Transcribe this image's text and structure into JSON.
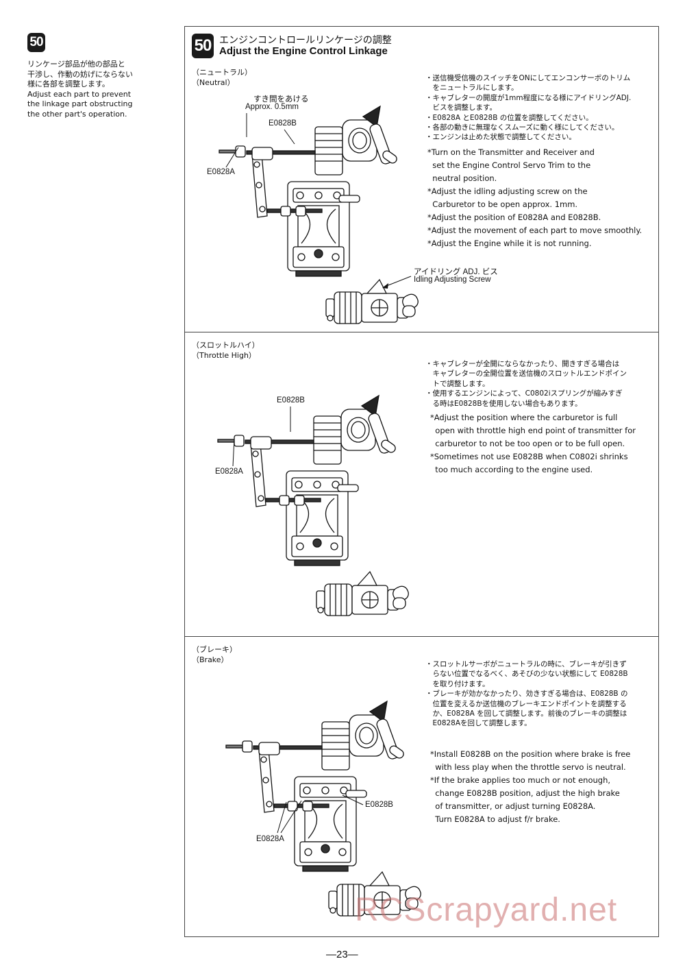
{
  "step": {
    "number": "50",
    "title_jp": "エンジンコントロールリンケージの調整",
    "title_en": "Adjust the Engine Control Linkage"
  },
  "side_note": {
    "jp": [
      "リンケージ部品が他の部品と",
      "干渉し、作動の妨げにならない",
      "様に各部を調整します。"
    ],
    "en": [
      "Adjust each part to prevent",
      "the linkage part obstructing",
      "the other part's operation."
    ]
  },
  "sections": [
    {
      "label_jp": "（ニュートラル）",
      "label_en": "（Neutral）",
      "jp_notes": [
        "・送信機受信機のスイッチをONにしてエンコンサーボのトリム",
        "　をニュートラルにします。",
        "・キャブレターの開度が1mm程度になる様にアイドリングADJ.",
        "　ビスを調整します。",
        "・E0828A とE0828B の位置を調整してください。",
        "・各部の動きに無理なくスムーズに動く様にしてください。",
        "・エンジンは止めた状態で調整してください。"
      ],
      "en_notes": [
        "*Turn on the Transmitter and Receiver and",
        "  set the Engine Control Servo Trim to the",
        "  neutral position.",
        "*Adjust the idling adjusting screw on the",
        "  Carburetor to be open approx. 1mm.",
        "*Adjust the position of E0828A and E0828B.",
        "*Adjust the movement of each part to move smoothly.",
        "*Adjust the Engine while it is not running."
      ],
      "callouts": {
        "gap_jp": "すき間をあける",
        "gap_en": "Approx. 0.5mm",
        "part_b": "E0828B",
        "part_a": "E0828A",
        "screw_jp": "アイドリング ADJ. ビス",
        "screw_en": "Idling Adjusting Screw"
      }
    },
    {
      "label_jp": "（スロットルハイ）",
      "label_en": "（Throttle High）",
      "jp_notes": [
        "・キャブレターが全開にならなかったり、開きすぎる場合は",
        "　キャブレターの全開位置を送信機のスロットルエンドポイン",
        "　トで調整します。",
        "・使用するエンジンによって、C0802iスプリングが縮みすぎ",
        "　る時はE0828Bを使用しない場合もあります。"
      ],
      "en_notes": [
        "*Adjust the position where the carburetor is full",
        "  open with throttle high end point of transmitter for",
        "  carburetor to not be too open or to be full open.",
        "*Sometimes not use E0828B when C0802i shrinks",
        "  too much according to the engine used."
      ],
      "callouts": {
        "part_b": "E0828B",
        "part_a": "E0828A"
      }
    },
    {
      "label_jp": "（ブレーキ）",
      "label_en": "（Brake）",
      "jp_notes": [
        "・スロットルサーボがニュートラルの時に、ブレーキが引きず",
        "　らない位置でなるべく、あそびの少ない状態にして E0828B",
        "　を取り付けます。",
        "・ブレーキが効かなかったり、効きすぎる場合は、E0828B の",
        "　位置を変えるか送信機のブレーキエンドポイントを調整する",
        "　か、E0828A を回して調整します。前後のブレーキの調整は",
        "　E0828Aを回して調整します。"
      ],
      "en_notes": [
        "*Install E0828B on the position where brake is free",
        "  with less play when the throttle servo is neutral.",
        "*If the brake applies too much or not enough,",
        "  change E0828B position, adjust the high brake",
        "  of transmitter, or adjust turning E0828A.",
        "  Turn E0828A to adjust f/r brake."
      ],
      "callouts": {
        "part_b": "E0828B",
        "part_a": "E0828A"
      }
    }
  ],
  "page_number": "—23—",
  "watermark": "RCScrapyard.net"
}
